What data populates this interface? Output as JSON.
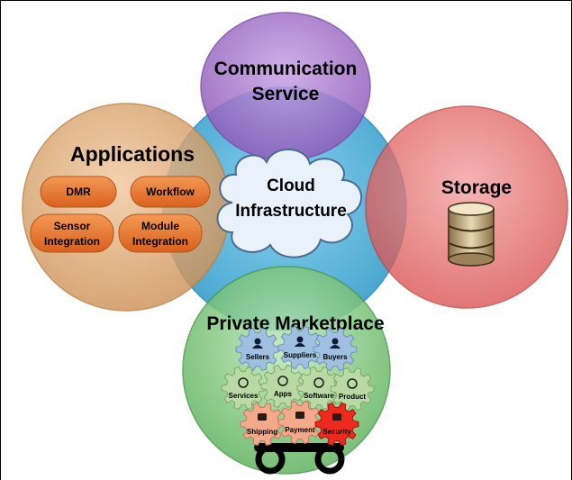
{
  "circles": {
    "communication": {
      "line1": "Communication",
      "line2": "Service",
      "color": "#9b6fc2"
    },
    "cloud_core": {
      "color": "#3fa9d6"
    },
    "applications": {
      "title": "Applications",
      "color": "#d9a36b"
    },
    "storage": {
      "title": "Storage",
      "color": "#e0605e"
    },
    "marketplace": {
      "title": "Private Marketplace",
      "color": "#6dbf6d"
    }
  },
  "cloud": {
    "line1": "Cloud",
    "line2": "Infrastructure"
  },
  "app_modules": [
    {
      "line1": "DMR",
      "line2": ""
    },
    {
      "line1": "Workflow",
      "line2": ""
    },
    {
      "line1": "Sensor",
      "line2": "Integration"
    },
    {
      "line1": "Module",
      "line2": "Integration"
    }
  ],
  "gears": {
    "parties": [
      "Sellers",
      "Suppliers",
      "Buyers"
    ],
    "offerings": [
      "Services",
      "Apps",
      "Software",
      "Product"
    ],
    "operations": [
      "Shipping",
      "Payment",
      "Security"
    ]
  },
  "colors": {
    "pill": "#e8772e",
    "gear_blue": "#9fc0e0",
    "gear_green": "#b9d9a5",
    "gear_orange": "#f3a98a",
    "gear_red": "#ee2a1e"
  }
}
